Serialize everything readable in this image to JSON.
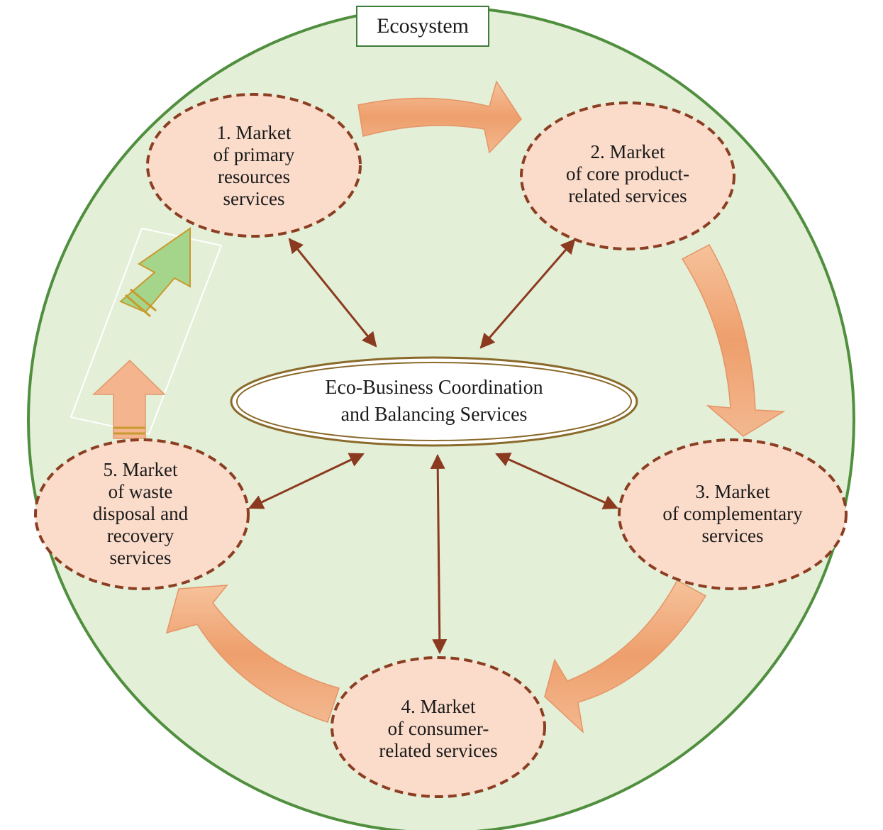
{
  "diagram": {
    "title": "Ecosystem",
    "center": {
      "lines": [
        "Eco-Business Coordination",
        "and Balancing Services"
      ]
    },
    "markets": [
      {
        "id": "m1",
        "lines": [
          "1. Market",
          "of primary",
          "resources",
          "services"
        ]
      },
      {
        "id": "m2",
        "lines": [
          "2. Market",
          "of core product-",
          "related services"
        ]
      },
      {
        "id": "m3",
        "lines": [
          "3. Market",
          "of complementary",
          "services"
        ]
      },
      {
        "id": "m4",
        "lines": [
          "4. Market",
          "of consumer-",
          "related services"
        ]
      },
      {
        "id": "m5",
        "lines": [
          "5. Market",
          "of waste",
          "disposal and",
          "recovery",
          "services"
        ]
      }
    ],
    "colors": {
      "ecosystem_fill": "#e3efd7",
      "ecosystem_stroke": "#4f8f3e",
      "market_fill": "#fbdccb",
      "market_stroke": "#8b3e22",
      "cycle_arrow": "#f0a878",
      "link_arrow": "#8b3a1f",
      "recovery_arrow": "#9fd08a",
      "center_stroke": "#8a6a2a"
    }
  }
}
